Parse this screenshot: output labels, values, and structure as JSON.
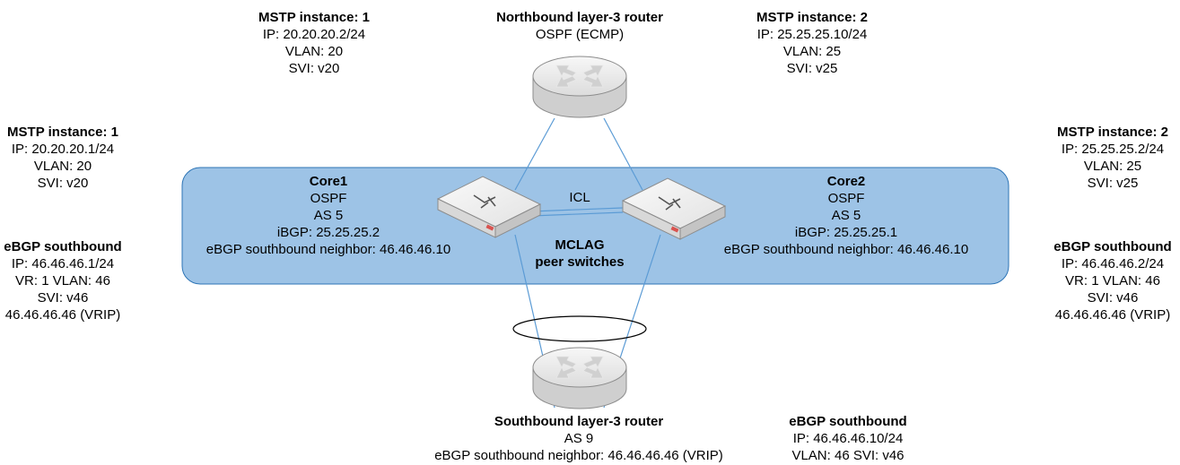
{
  "blocks": {
    "mstp1_top": {
      "title": "MSTP instance: 1",
      "lines": [
        "IP: 20.20.20.2/24",
        "VLAN: 20",
        "SVI: v20"
      ]
    },
    "north_router": {
      "title": "Northbound layer-3 router",
      "lines": [
        "OSPF (ECMP)"
      ]
    },
    "mstp2_top": {
      "title": "MSTP instance: 2",
      "lines": [
        "IP: 25.25.25.10/24",
        "VLAN: 25",
        "SVI: v25"
      ]
    },
    "mstp1_left": {
      "title": "MSTP instance: 1",
      "lines": [
        "IP: 20.20.20.1/24",
        "VLAN: 20",
        "SVI: v20"
      ]
    },
    "ebgp_left": {
      "title": "eBGP southbound",
      "lines": [
        "IP: 46.46.46.1/24",
        "VR: 1 VLAN: 46",
        "SVI: v46",
        "46.46.46.46 (VRIP)"
      ]
    },
    "mstp2_right": {
      "title": "MSTP instance: 2",
      "lines": [
        "IP: 25.25.25.2/24",
        "VLAN: 25",
        "SVI: v25"
      ]
    },
    "ebgp_right": {
      "title": "eBGP southbound",
      "lines": [
        "IP: 46.46.46.2/24",
        "VR: 1 VLAN: 46",
        "SVI: v46",
        "46.46.46.46 (VRIP)"
      ]
    },
    "core1": {
      "title": "Core1",
      "lines": [
        "OSPF",
        "AS 5",
        "iBGP: 25.25.25.2",
        "eBGP southbound neighbor: 46.46.46.10"
      ]
    },
    "core2": {
      "title": "Core2",
      "lines": [
        "OSPF",
        "AS 5",
        "iBGP: 25.25.25.1",
        "eBGP southbound neighbor: 46.46.46.10"
      ]
    },
    "mclag": {
      "title": "MCLAG",
      "lines": [
        "peer switches"
      ]
    },
    "south_router": {
      "title": "Southbound layer-3 router",
      "lines": [
        "AS 9",
        "eBGP southbound neighbor: 46.46.46.46 (VRIP)"
      ]
    },
    "ebgp_bottom": {
      "title": "eBGP southbound",
      "lines": [
        "IP: 46.46.46.10/24",
        "VLAN: 46 SVI: v46"
      ]
    }
  },
  "icl_label": "ICL",
  "colors": {
    "region_fill": "#9dc3e6",
    "region_stroke": "#2e75b6",
    "link": "#5b9bd5",
    "device_fill": "#e6e6e6",
    "device_stroke": "#8c8c8c"
  },
  "icons": {
    "router": "router-icon",
    "switch": "switch-icon"
  }
}
